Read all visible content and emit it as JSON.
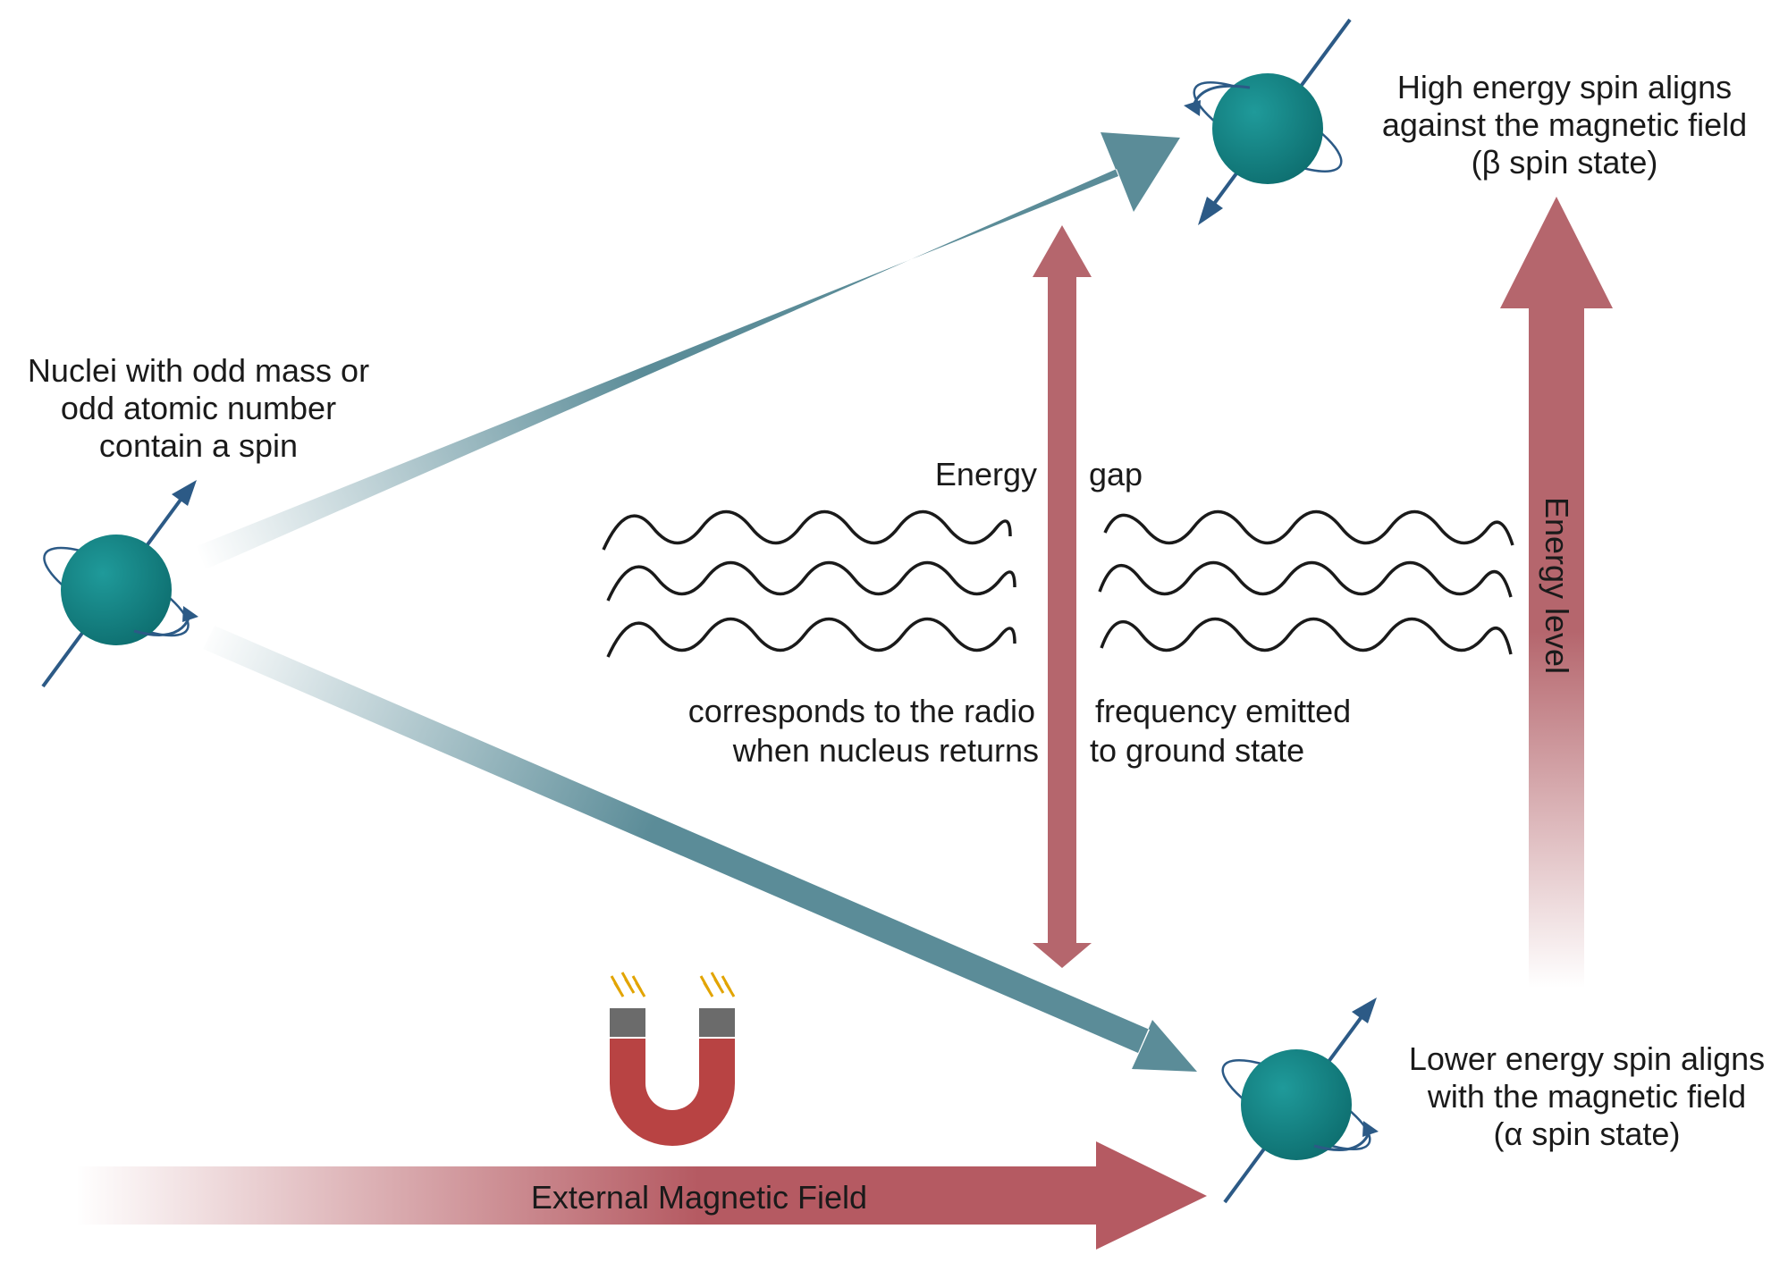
{
  "labels": {
    "initial_nucleus": [
      "Nuclei with odd mass or",
      "odd atomic number",
      "contain a spin"
    ],
    "high_energy": [
      "High energy spin aligns",
      "against the magnetic field",
      "(β spin state)"
    ],
    "low_energy": [
      "Lower energy spin aligns",
      "with the magnetic field",
      "(α spin state)"
    ],
    "energy_gap_left": "Energy",
    "energy_gap_right": "gap",
    "radio_left": [
      "corresponds to the radio",
      "when nucleus returns"
    ],
    "radio_right": [
      "frequency emitted",
      "to ground state"
    ],
    "energy_level": "Energy level",
    "external_field": "External Magnetic Field"
  },
  "colors": {
    "transition_arrow": "#5b8c98",
    "energy_arrow": "#b5666d",
    "field_arrow": "#b55a62",
    "nucleus": "#137f80",
    "spin_axis": "#2c5a86",
    "magnet_body": "#b84343",
    "magnet_pole": "#6b6b6b",
    "spark": "#e2a400",
    "wave": "#1a1a1a"
  },
  "icons": {
    "nucleus": "spinning-nucleus-icon",
    "magnet": "horseshoe-magnet-icon",
    "wave": "sine-wave-icon"
  }
}
